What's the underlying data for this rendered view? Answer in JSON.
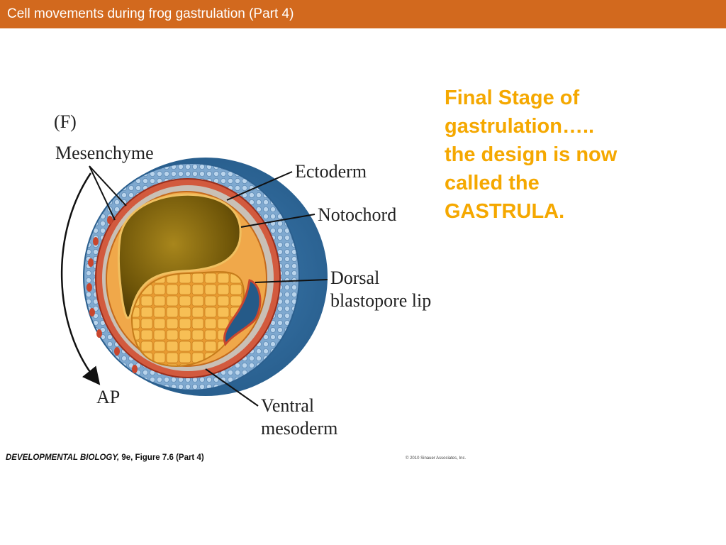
{
  "header": {
    "title": "Cell movements during frog gastrulation (Part 4)"
  },
  "caption": {
    "lines": [
      "Final Stage of",
      "gastrulation…..",
      "the design is now",
      "called the",
      "GASTRULA."
    ]
  },
  "figure": {
    "panel_label": "(F)",
    "labels": {
      "mesenchyme": "Mesenchyme",
      "ectoderm": "Ectoderm",
      "notochord": "Notochord",
      "dorsal_line1": "Dorsal",
      "dorsal_line2": "blastopore lip",
      "ventral_line1": "Ventral",
      "ventral_line2": "mesoderm",
      "ap": "AP"
    }
  },
  "footer": {
    "book": "DEVELOPMENTAL BIOLOGY,",
    "edition": " 9e, Figure 7.6 (Part 4)",
    "copyright": "© 2010 Sinauer Associates, Inc."
  },
  "colors": {
    "title_bar": "#d2691e",
    "caption_text": "#f5a800",
    "ectoderm_blue": "#2f6a9a",
    "ectoderm_cells": "#8fb8dc",
    "mesoderm_red": "#c8462e",
    "yolk": "#f2b040",
    "cavity": "#8a6a10"
  }
}
